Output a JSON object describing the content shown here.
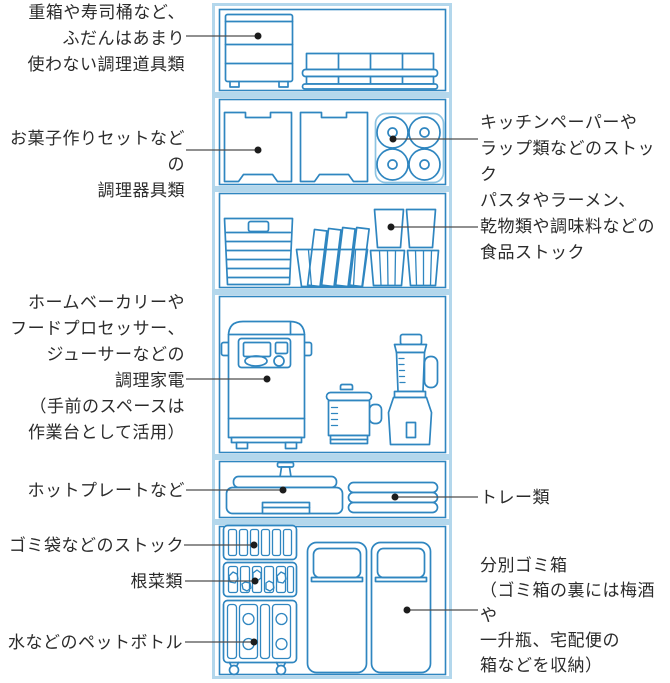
{
  "colors": {
    "frame_light_blue": "#b3d7ec",
    "line_blue": "#2f86c0",
    "line_soft_blue": "#8ec4e2",
    "leader_gray": "#4d4d4d",
    "dot_black": "#1c1c1c",
    "text_dark": "#2b2b2b",
    "bg_white": "#ffffff"
  },
  "labels": {
    "rarely_used_tools": {
      "side": "left",
      "text": "重箱や寿司桶など、\nふだんはあまり\n使わない調理道具類"
    },
    "baking_tools": {
      "side": "left",
      "text": "お菓子作りセットなどの\n調理器具類"
    },
    "kitchen_paper": {
      "side": "right",
      "text": "キッチンペーパーや\nラップ類などのストック"
    },
    "food_stock": {
      "side": "right",
      "text": "パスタやラーメン、\n乾物類や調味料などの\n食品ストック"
    },
    "appliances": {
      "side": "left",
      "text": "ホームベーカリーや\nフードプロセッサー、\nジューサーなどの\n調理家電\n（手前のスペースは\n作業台として活用）"
    },
    "hot_plate": {
      "side": "left",
      "text": "ホットプレートなど"
    },
    "trays": {
      "side": "right",
      "text": "トレー類"
    },
    "garbage_bags": {
      "side": "left",
      "text": "ゴミ袋などのストック"
    },
    "root_vegetables": {
      "side": "left",
      "text": "根菜類"
    },
    "pet_bottles": {
      "side": "left",
      "text": "水などのペットボトル"
    },
    "sorting_bins": {
      "side": "right",
      "text": "分別ゴミ箱\n（ゴミ箱の裏には梅酒や\n一升瓶、宅配便の\n箱などを収納）"
    }
  },
  "shelves": [
    {
      "name": "shelf-1-top",
      "items": [
        "stacked-drawers",
        "stacked-containers"
      ]
    },
    {
      "name": "shelf-2",
      "items": [
        "lidded-bin",
        "lidded-bin",
        "wrap-rolls-box"
      ]
    },
    {
      "name": "shelf-3",
      "items": [
        "slatted-basket",
        "pasta-packages-basket",
        "food-stock-cups-baskets"
      ]
    },
    {
      "name": "shelf-4",
      "items": [
        "bread-maker",
        "food-processor",
        "blender"
      ]
    },
    {
      "name": "shelf-5",
      "items": [
        "hot-plate",
        "tray-stack"
      ]
    },
    {
      "name": "shelf-6-bottom",
      "items": [
        "garbage-bag-box",
        "root-vegetable-box",
        "pet-bottle-cart",
        "trash-bin",
        "trash-bin"
      ]
    }
  ]
}
